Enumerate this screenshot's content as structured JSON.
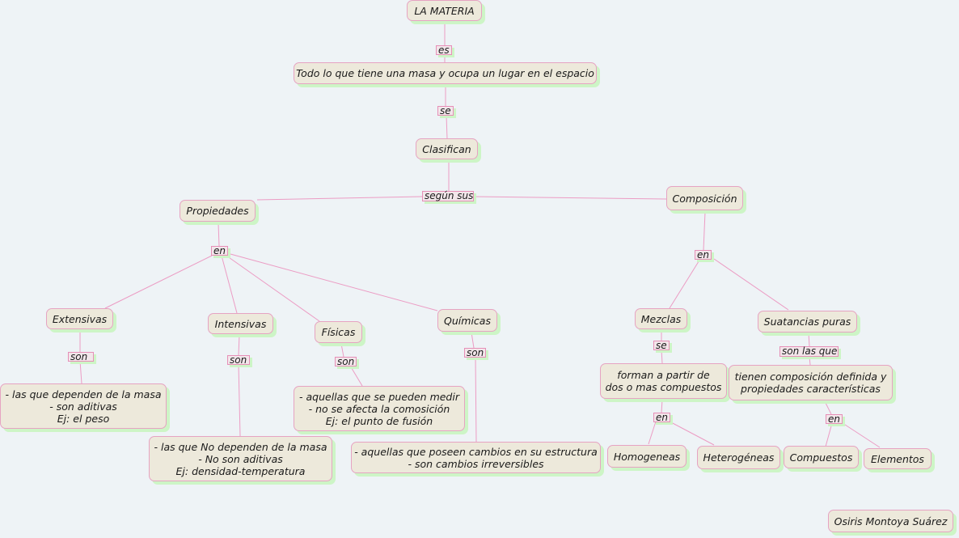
{
  "concepts": {
    "materia": "LA MATERIA",
    "definicion": "Todo lo que tiene una masa y ocupa un lugar en el espacio",
    "clasifican": "Clasifican",
    "propiedades": "Propiedades",
    "composicion": "Composición",
    "extensivas": "Extensivas",
    "intensivas": "Intensivas",
    "fisicas": "Físicas",
    "quimicas": "Químicas",
    "extensivas_desc": "- las que dependen de la masa\n- son aditivas\nEj: el peso",
    "intensivas_desc": "- las que No dependen de la masa\n- No son aditivas\nEj: densidad-temperatura",
    "fisicas_desc": "- aquellas que se pueden medir\n- no se afecta la comosición\nEj: el punto de fusión",
    "quimicas_desc": "- aquellas que poseen cambios en su estructura\n- son cambios irreversibles",
    "mezclas": "Mezclas",
    "sustancias_puras": "Suatancias puras",
    "mezclas_desc": "forman a partir de\ndos o mas compuestos",
    "sustancias_desc": "tienen composición definida y\npropiedades características",
    "homogeneas": "Homogeneas",
    "heterogeneas": "Heterogéneas",
    "compuestos": "Compuestos",
    "elementos": "Elementos",
    "autor": "Osiris Montoya Suárez"
  },
  "linking_phrases": {
    "es": "es",
    "se_1": "se",
    "segun_sus": "según sus",
    "en_propiedades": "en",
    "en_composicion": "en",
    "son_extensivas": "son",
    "son_intensivas": "son",
    "son_fisicas": "son",
    "son_quimicas": "son",
    "se_mezclas": "se",
    "son_las_que": "son las que",
    "en_mezclas": "en",
    "en_sustancias": "en"
  },
  "colors": {
    "background": "#eef3f6",
    "node_fill": "#ede9db",
    "node_border": "#e6a3c2",
    "shadow": "#cdf5c6",
    "connector": "#ec9cc4"
  }
}
